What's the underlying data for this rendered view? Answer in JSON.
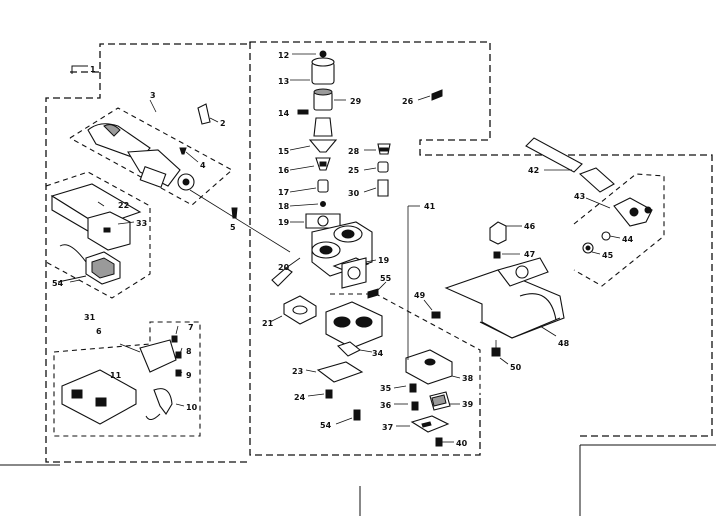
{
  "diagram": {
    "callouts": {
      "c1": "1",
      "c2": "2",
      "c3": "3",
      "c4": "4",
      "c5": "5",
      "c6": "6",
      "c7": "7",
      "c8": "8",
      "c9": "9",
      "c10": "10",
      "c11": "11",
      "c12": "12",
      "c13": "13",
      "c14": "14",
      "c15": "15",
      "c16": "16",
      "c17": "17",
      "c18": "18",
      "c19": "19",
      "c19b": "19",
      "c20": "20",
      "c21": "21",
      "c22": "22",
      "c23": "23",
      "c24": "24",
      "c25": "25",
      "c26": "26",
      "c28": "28",
      "c29": "29",
      "c30": "30",
      "c31": "31",
      "c33": "33",
      "c34": "34",
      "c35": "35",
      "c36": "36",
      "c37": "37",
      "c38": "38",
      "c39": "39",
      "c40": "40",
      "c41": "41",
      "c42": "42",
      "c43": "43",
      "c44": "44",
      "c45": "45",
      "c46": "46",
      "c47": "47",
      "c48": "48",
      "c49": "49",
      "c50": "50",
      "c54": "54",
      "c55": "55"
    }
  }
}
